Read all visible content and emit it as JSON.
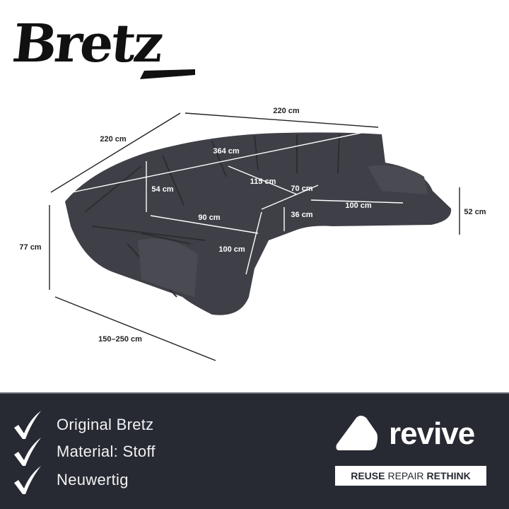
{
  "brand_logo": {
    "text": "Bretz"
  },
  "dimensions": {
    "top_width": "220 cm",
    "left_width": "220 cm",
    "diagonal": "364 cm",
    "backrest_height": "54 cm",
    "inner_depth": "115 cm",
    "seat_depth_right": "70 cm",
    "right_length": "100 cm",
    "right_height": "52 cm",
    "seat_depth_left": "90 cm",
    "seat_height": "36 cm",
    "front_length": "100 cm",
    "total_height": "77 cm",
    "variable_depth": "150–250 cm"
  },
  "features": [
    "Original Bretz",
    "Material: Stoff",
    "Neuwertig"
  ],
  "revive": {
    "wordmark": "revive",
    "tagline": {
      "reuse": "REUSE",
      "repair": "REPAIR",
      "rethink": "RETHINK"
    }
  },
  "colors": {
    "banner": "#272a33",
    "sofa": "#3f4047",
    "accent": "#ffffff"
  }
}
